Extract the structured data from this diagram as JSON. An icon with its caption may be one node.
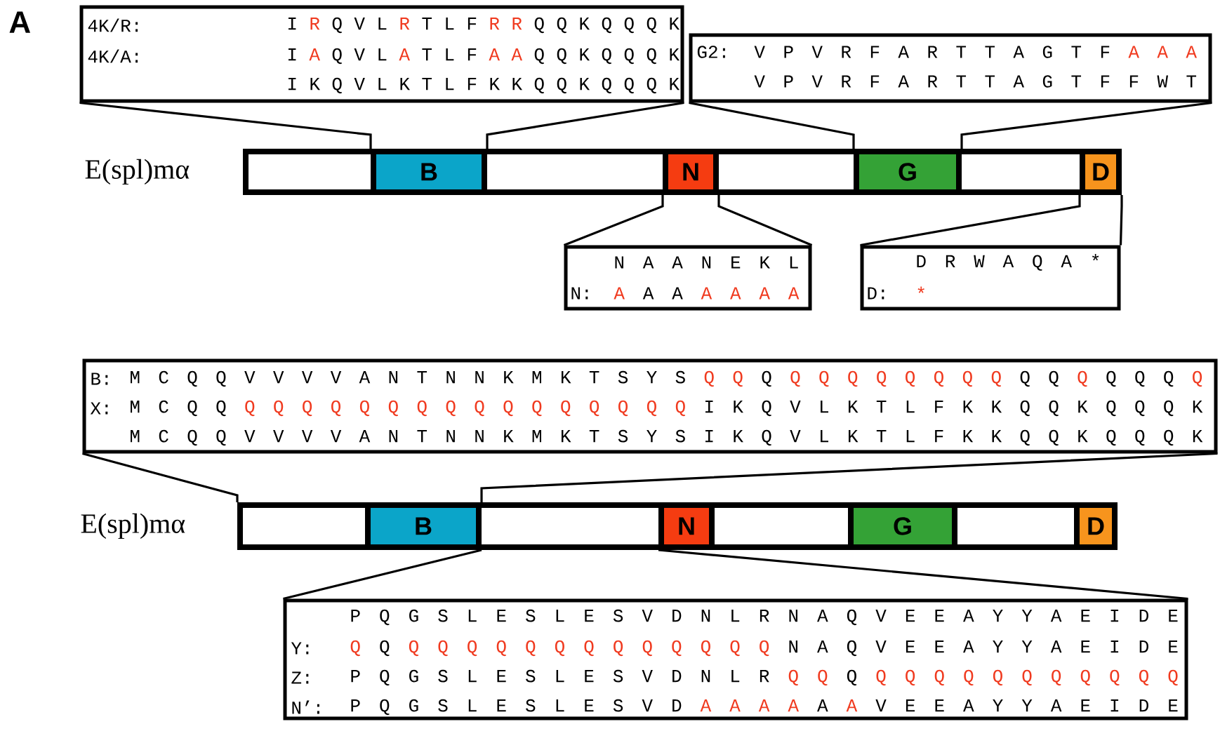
{
  "diagram": {
    "nodes": [
      {
        "text": [],
        "shape": "bar",
        "beside": [
          "E(spl)mα"
        ]
      },
      {
        "text": [
          "B"
        ],
        "in": 0
      },
      {
        "text": [
          "N"
        ],
        "in": 0
      },
      {
        "text": [
          "G"
        ],
        "in": 0
      },
      {
        "text": [
          "D"
        ],
        "in": 0
      },
      {
        "text": [
          "4K/R:",
          "I R Q V L R T L F R R Q Q K Q Q Q K",
          "4K/A:",
          "I A Q V L A T L F A A Q Q K Q Q Q K",
          "I K Q V L K T L F K K Q Q K Q Q Q K"
        ]
      },
      {
        "text": [
          "G2:",
          "V P V R F A R T T A G T F A A A",
          "V P V R F A R T T A G T F F W T"
        ]
      },
      {
        "text": [
          "N A A N E K L",
          "N:",
          "A A A A A A A"
        ]
      },
      {
        "text": [
          "D R W A Q A *",
          "D:",
          "*"
        ]
      },
      {
        "text": [],
        "shape": "bar",
        "beside": [
          "E(spl)mα"
        ]
      },
      {
        "text": [
          "B"
        ],
        "in": 9
      },
      {
        "text": [
          "N"
        ],
        "in": 9
      },
      {
        "text": [
          "G"
        ],
        "in": 9
      },
      {
        "text": [
          "D"
        ],
        "in": 9
      },
      {
        "text": [
          "B:",
          "M C Q Q V V V V A N T N N K M K T S Y S Q Q Q Q Q Q Q Q Q Q Q Q Q Q Q Q Q Q",
          "X:",
          "M C Q Q Q Q Q Q Q Q Q Q Q Q Q Q Q Q Q Q I K Q V L K T L F K K Q Q K Q Q Q K",
          "M C Q Q V V V V A N T N N K M K T S Y S I K Q V L K T L F K K Q Q K Q Q Q K"
        ]
      },
      {
        "text": [
          "P Q G S L E S L E S V D N L R N A Q V E E A Y Y A E I D E",
          "Y:",
          "Q Q Q Q Q Q Q Q Q Q Q Q Q Q Q N A Q V E E A Y Y A E I D E",
          "Z:",
          "P Q G S L E S L E S V D N L R Q Q Q Q Q Q Q Q Q Q Q Q Q Q",
          "N’:",
          "P Q G S L E S L E S V D A A A A A A V E E A Y Y A E I D E"
        ]
      }
    ],
    "edges": [
      {
        "from": 1,
        "to": 5,
        "arrow": "none"
      },
      {
        "from": 1,
        "to": 5,
        "arrow": "none"
      },
      {
        "from": 3,
        "to": 6,
        "arrow": "none"
      },
      {
        "from": 3,
        "to": 6,
        "arrow": "none"
      },
      {
        "from": 2,
        "to": 7,
        "arrow": "none"
      },
      {
        "from": 2,
        "to": 7,
        "arrow": "none"
      },
      {
        "from": 4,
        "to": 8,
        "arrow": "none"
      },
      {
        "from": 4,
        "to": 8,
        "arrow": "none"
      },
      {
        "from": 9,
        "to": 14,
        "arrow": "none"
      },
      {
        "from": 9,
        "to": 14,
        "arrow": "none"
      },
      {
        "from": 9,
        "to": 15,
        "arrow": "none"
      },
      {
        "from": 9,
        "to": 15,
        "arrow": "none"
      }
    ],
    "labels": [
      "A"
    ]
  }
}
